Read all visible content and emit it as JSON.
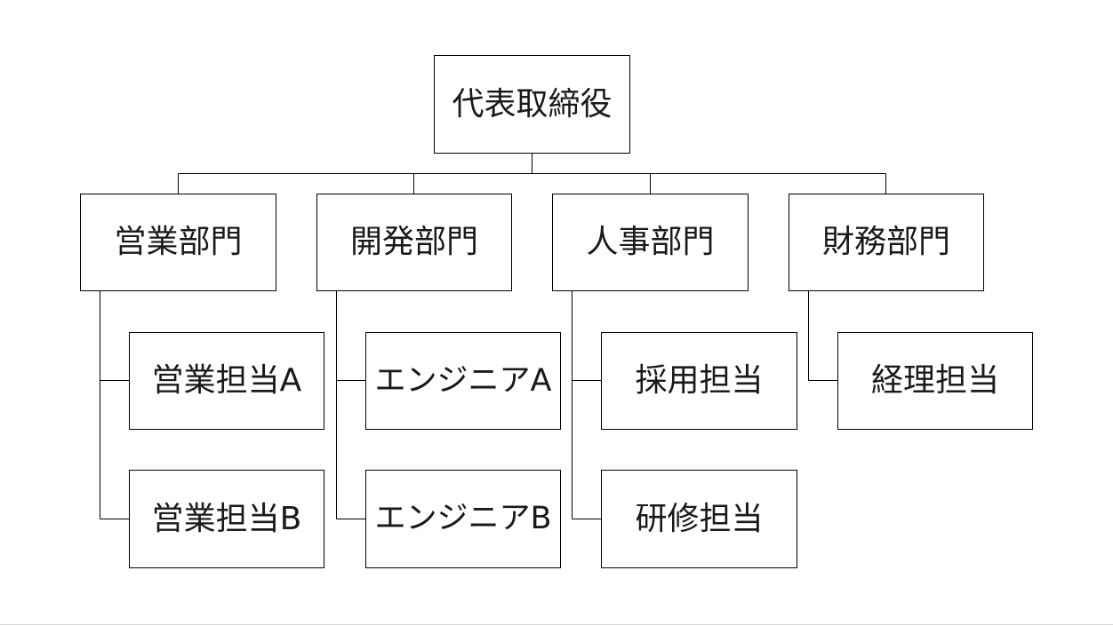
{
  "org_chart": {
    "root": {
      "label": "代表取締役"
    },
    "departments": [
      {
        "label": "営業部門",
        "members": [
          "営業担当A",
          "営業担当B"
        ]
      },
      {
        "label": "開発部門",
        "members": [
          "エンジニアA",
          "エンジニアB"
        ]
      },
      {
        "label": "人事部門",
        "members": [
          "採用担当",
          "研修担当"
        ]
      },
      {
        "label": "財務部門",
        "members": [
          "経理担当"
        ]
      }
    ]
  }
}
